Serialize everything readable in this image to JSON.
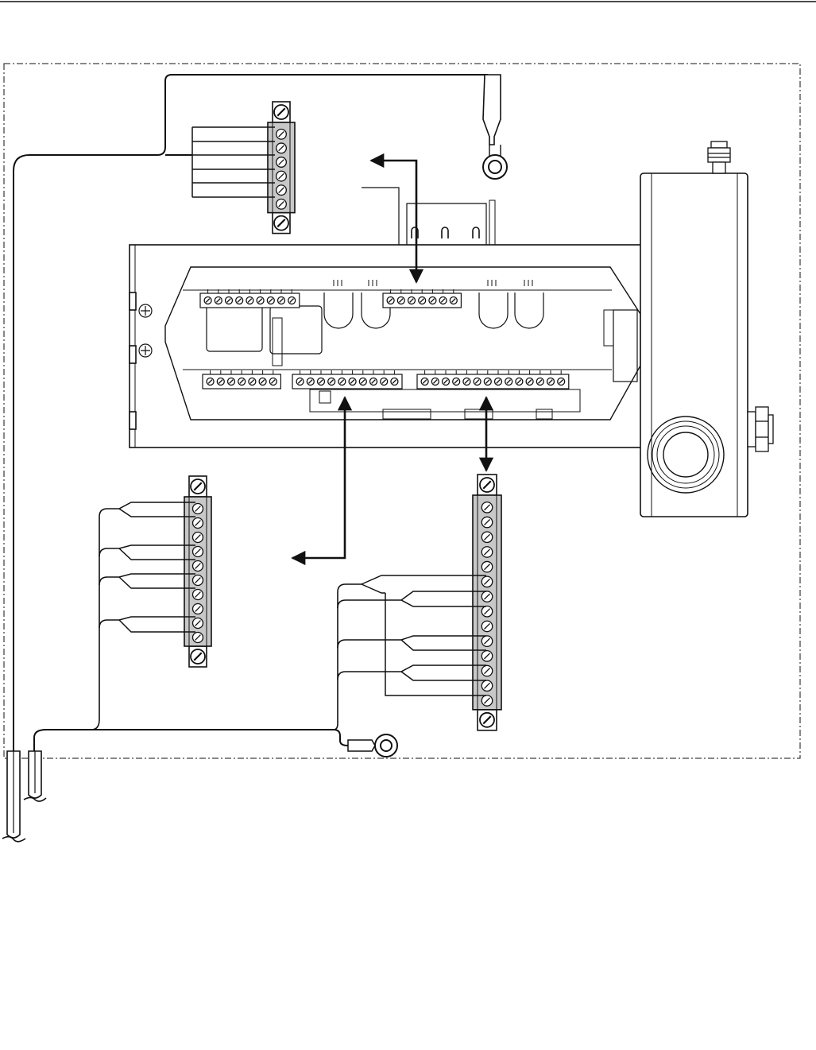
{
  "diagram": {
    "kind": "wiring-diagram",
    "colors": {
      "line": "#111111",
      "terminal_body": "#c8c8c8",
      "background": "#ffffff"
    },
    "terminal_blocks": [
      {
        "id": "top",
        "terminals": 6
      },
      {
        "id": "left",
        "terminals": 10
      },
      {
        "id": "right",
        "terminals": 14
      }
    ],
    "ring_lugs": 2,
    "cable_bundles": 2
  }
}
